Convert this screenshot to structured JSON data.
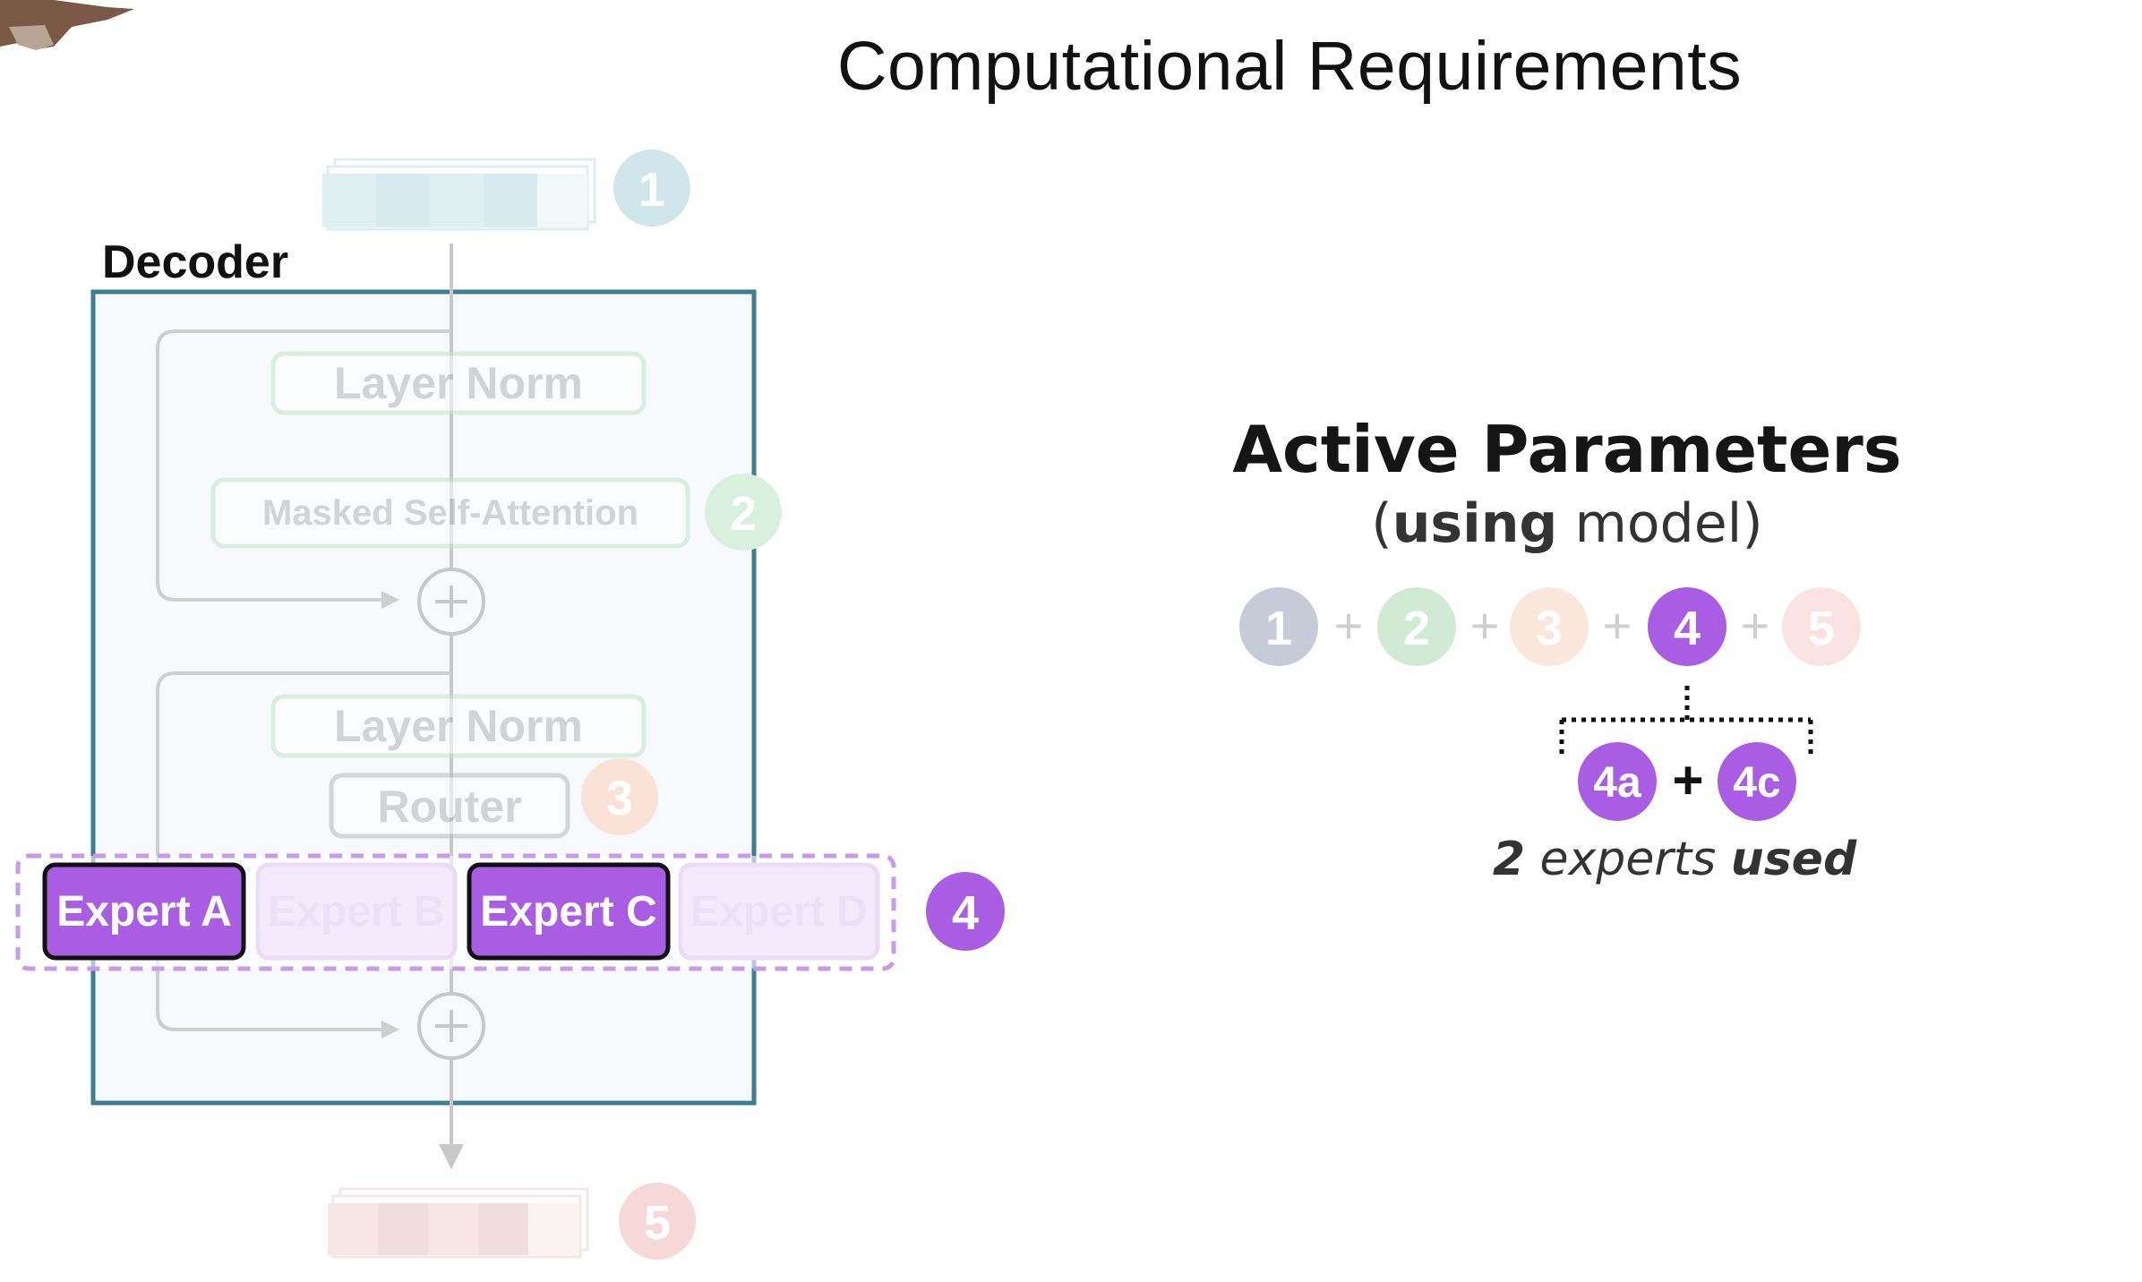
{
  "title": "Computational Requirements",
  "decoder": {
    "label": "Decoder",
    "layer_norm_1": "Layer Norm",
    "masked_attention": "Masked Self-Attention",
    "layer_norm_2": "Layer Norm",
    "router": "Router",
    "experts": [
      {
        "label": "Expert A",
        "active": true
      },
      {
        "label": "Expert B",
        "active": false
      },
      {
        "label": "Expert C",
        "active": true
      },
      {
        "label": "Expert D",
        "active": false
      }
    ],
    "markers": [
      "1",
      "2",
      "3",
      "4",
      "5"
    ]
  },
  "active_params": {
    "title": "Active Parameters",
    "subtitle_bold": "using",
    "subtitle_rest": " model",
    "equation": [
      "1",
      "2",
      "3",
      "4",
      "5"
    ],
    "plus": "+",
    "sub_experts": [
      "4a",
      "4c"
    ],
    "note_count": "2",
    "note_mid": " experts ",
    "note_end": "used"
  },
  "colors": {
    "purple": "#A95DE3",
    "teal_box": "#3B7E93",
    "green": "#BFE6C8",
    "teal_light": "#CFE7EA",
    "peach": "#F8D9C7",
    "pink": "#F7D8D8",
    "gray_circle": "#C7CBD8"
  }
}
